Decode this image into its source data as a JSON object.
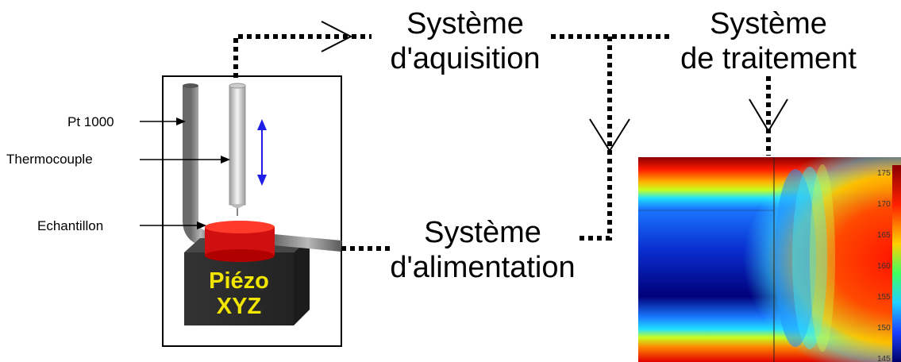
{
  "labels": {
    "pt1000": "Pt 1000",
    "thermocouple": "Thermocouple",
    "echantillon": "Echantillon"
  },
  "blocks": {
    "acquisition": [
      "Système",
      "d'aquisition"
    ],
    "traitement": [
      "Système",
      "de traitement"
    ],
    "alimentation": [
      "Système",
      "d'alimentation"
    ]
  },
  "stage_label": [
    "Piézo",
    "XYZ"
  ],
  "heatmap": {
    "scale_ticks": [
      "175",
      "170",
      "165",
      "160",
      "155",
      "150",
      "145"
    ]
  },
  "colors": {
    "sample": "#e21a1a",
    "stage": "#2b2b2b",
    "stage_text": "#f2e600",
    "arrow_motion": "#1e1ee6"
  }
}
